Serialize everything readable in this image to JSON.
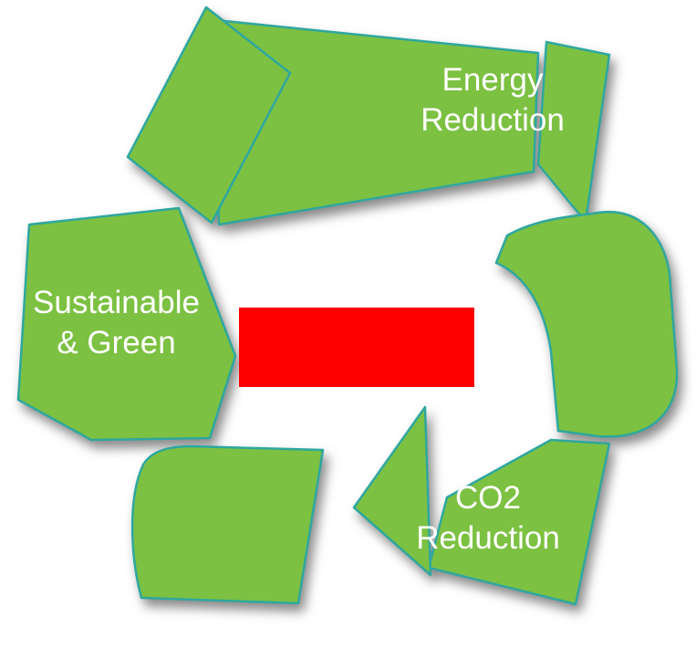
{
  "diagram": {
    "type": "recycle-cycle-diagram",
    "labels": {
      "energy": {
        "line1": "Energy",
        "line2": "Reduction"
      },
      "sustainable": {
        "line1": "Sustainable",
        "line2": "& Green"
      },
      "co2": {
        "line1": "CO2",
        "line2": "Reduction"
      }
    },
    "colors": {
      "arrow_fill": "#7cc142",
      "arrow_stroke": "#2fa79f",
      "label_text": "#ffffff",
      "center": "#fe0000"
    }
  }
}
